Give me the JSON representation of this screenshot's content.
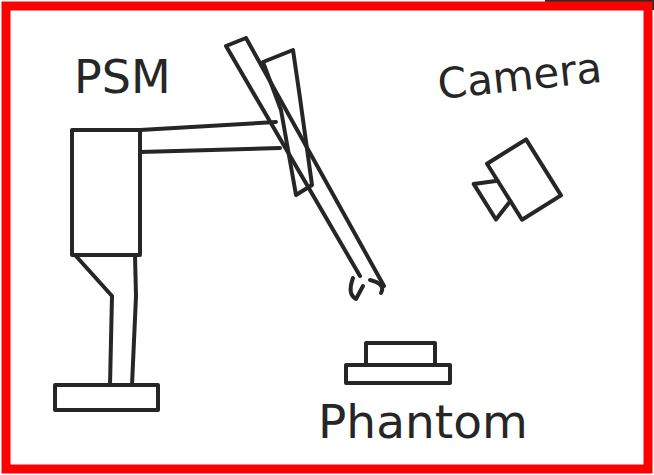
{
  "diagram": {
    "labels": [
      "PSM",
      "Camera",
      "Phantom"
    ]
  }
}
